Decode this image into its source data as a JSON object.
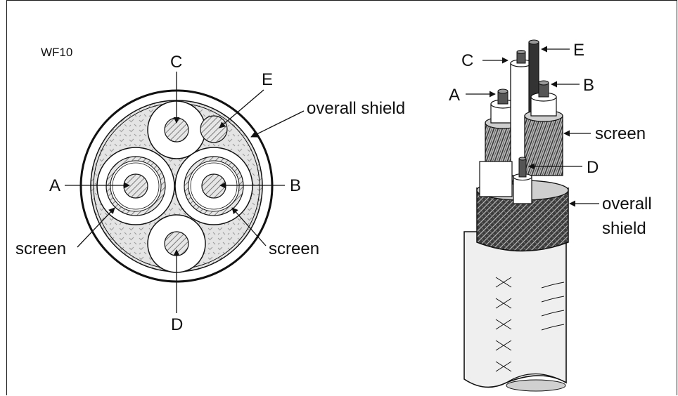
{
  "model_label": "WF10",
  "cross_section": {
    "label_a": "A",
    "label_b": "B",
    "label_c": "C",
    "label_d": "D",
    "label_e": "E",
    "overall_shield": "overall shield",
    "screen_left": "screen",
    "screen_right": "screen"
  },
  "perspective": {
    "label_a": "A",
    "label_b": "B",
    "label_c": "C",
    "label_d": "D",
    "label_e": "E",
    "screen": "screen",
    "overall_line1": "overall",
    "overall_line2": "shield"
  },
  "colors": {
    "ink": "#111111",
    "shield_fill": "#d8d8d8",
    "hatch": "#888888",
    "braid_dark": "#3a3a3a",
    "sheath": "#efefef"
  }
}
